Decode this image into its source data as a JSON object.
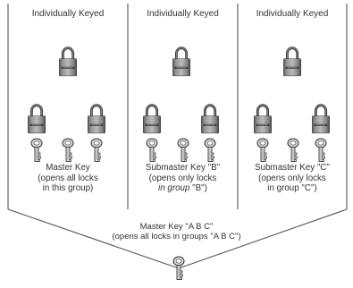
{
  "panels": [
    {
      "title": "Individually Keyed",
      "key_caption": [
        "Master Key",
        "(opens all locks",
        "in this group)"
      ],
      "key_caption_italic": [
        "",
        "",
        ""
      ]
    },
    {
      "title": "Individually Keyed",
      "key_caption": [
        "Submaster Key \"B\"",
        "(opens only locks",
        "in group \"B\")"
      ],
      "key_caption_italic": [
        "",
        "",
        "in group"
      ]
    },
    {
      "title": "Individually Keyed",
      "key_caption": [
        "Submaster Key \"C\"",
        "(opens only locks",
        "in group \"C\")"
      ],
      "key_caption_italic": [
        "",
        "",
        ""
      ]
    }
  ],
  "master": {
    "caption_line1": "Master Key \"A B C\"",
    "caption_line2": "(opens all locks in groups \"A B C\")"
  },
  "colors": {
    "ink": "#2a2a2a",
    "lock_body": "#8c8c8c",
    "lock_body_dark": "#555555",
    "lock_body_light": "#c8c8c8",
    "shackle": "#3a3a3a"
  }
}
